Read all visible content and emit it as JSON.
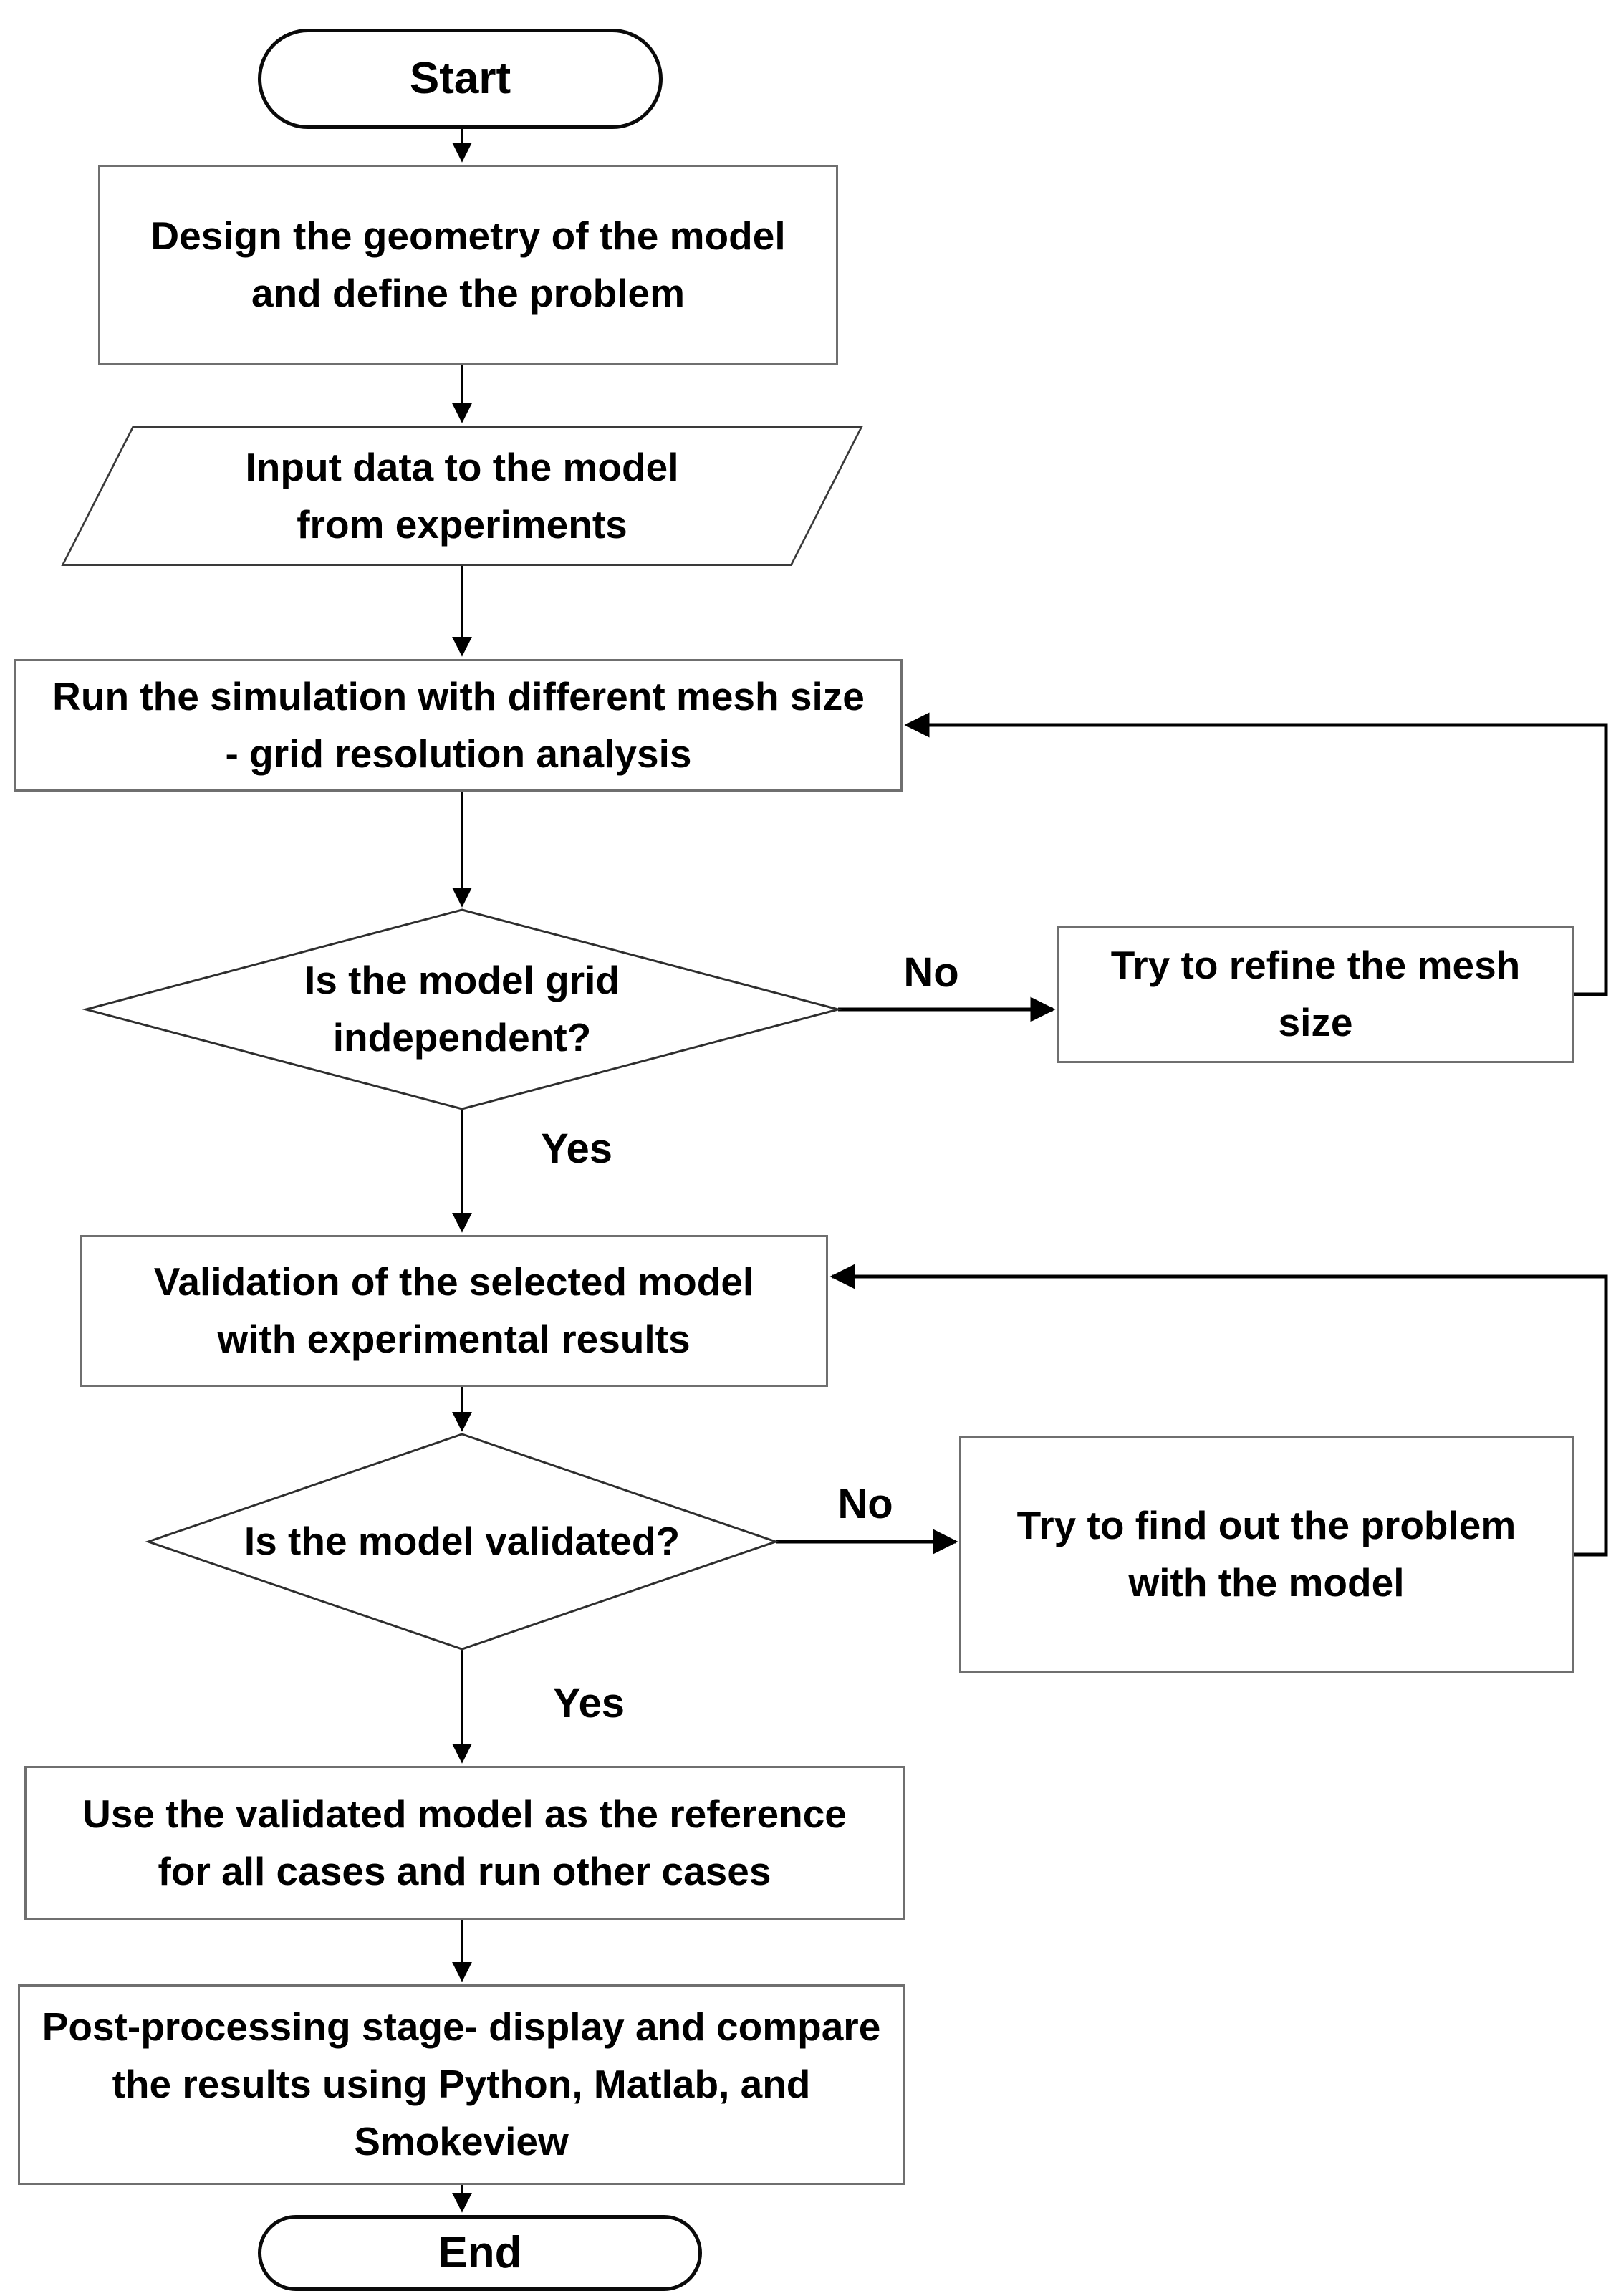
{
  "title": "Simulation model validation flowchart",
  "colors": {
    "background": "#ffffff",
    "connector": "#000000",
    "rect_border": "#6f6f6f",
    "terminal_border": "#0a0a0a",
    "text": "#000000"
  },
  "nodes": {
    "start": {
      "shape": "stadium",
      "label": "Start"
    },
    "design": {
      "shape": "rectangle",
      "label": "Design the geometry of the model\nand define the problem"
    },
    "input": {
      "shape": "parallelogram",
      "label": "Input data to the model\nfrom experiments"
    },
    "run": {
      "shape": "rectangle",
      "label": "Run the simulation with different mesh size\n- grid resolution analysis"
    },
    "grid_decision": {
      "shape": "diamond",
      "label": "Is the model grid\nindependent?"
    },
    "refine": {
      "shape": "rectangle",
      "label": "Try to refine the mesh\nsize"
    },
    "validation": {
      "shape": "rectangle",
      "label": "Validation of the selected model\nwith experimental results"
    },
    "validated_decision": {
      "shape": "diamond",
      "label": "Is the model validated?"
    },
    "find_problem": {
      "shape": "rectangle",
      "label": "Try to find out the problem\nwith the model"
    },
    "use_model": {
      "shape": "rectangle",
      "label": "Use the validated model as the reference\nfor all cases and run other cases"
    },
    "post_processing": {
      "shape": "rectangle",
      "label": "Post-processing stage- display and compare\nthe results using Python, Matlab, and\nSmokeview"
    },
    "end": {
      "shape": "stadium",
      "label": "End"
    }
  },
  "edge_labels": {
    "grid_no": "No",
    "grid_yes": "Yes",
    "valid_no": "No",
    "valid_yes": "Yes"
  }
}
